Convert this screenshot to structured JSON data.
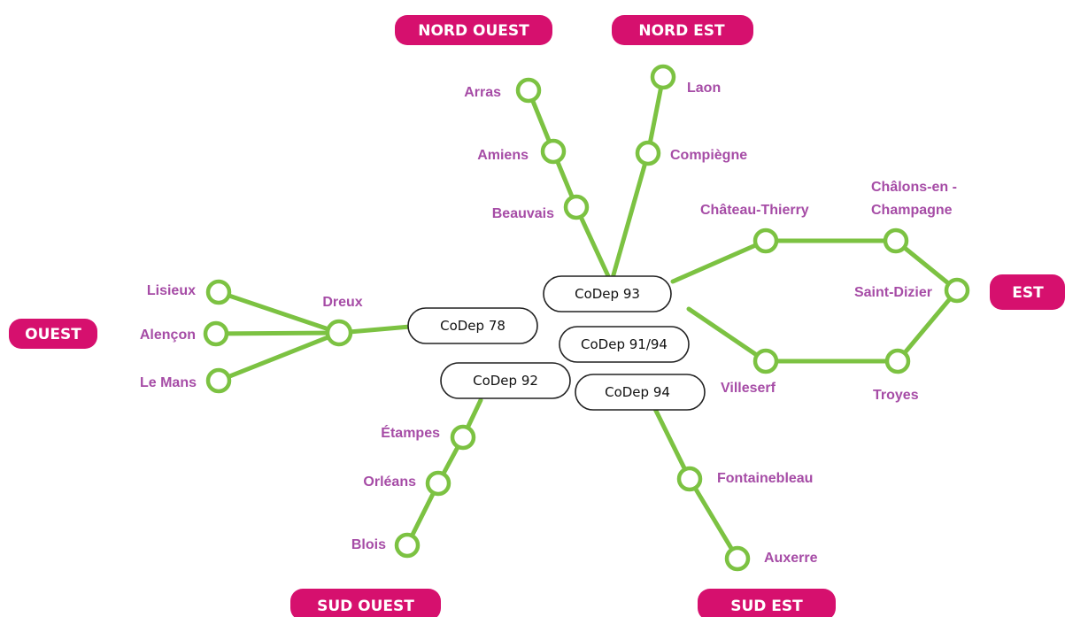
{
  "colors": {
    "line": "#7cc242",
    "station": "#ffffff",
    "city_text": "#a64ca6",
    "region_badge": "#d6106e",
    "region_text": "#ffffff"
  },
  "regions": {
    "nord_ouest": "NORD OUEST",
    "nord_est": "NORD EST",
    "est": "EST",
    "ouest": "OUEST",
    "sud_ouest": "SUD OUEST",
    "sud_est": "SUD EST"
  },
  "codep": {
    "c93": "CoDep 93",
    "c78": "CoDep 78",
    "c9194": "CoDep 91/94",
    "c92": "CoDep 92",
    "c94": "CoDep 94"
  },
  "cities": {
    "arras": "Arras",
    "amiens": "Amiens",
    "beauvais": "Beauvais",
    "laon": "Laon",
    "compiegne": "Compiègne",
    "chateau_thierry": "Château-Thierry",
    "chalons_1": "Châlons-en -",
    "chalons_2": "Champagne",
    "saint_dizier": "Saint-Dizier",
    "troyes": "Troyes",
    "villeserf": "Villeserf",
    "fontainebleau": "Fontainebleau",
    "auxerre": "Auxerre",
    "etampes": "Étampes",
    "orleans": "Orléans",
    "blois": "Blois",
    "dreux": "Dreux",
    "lisieux": "Lisieux",
    "alencon": "Alençon",
    "le_mans": "Le Mans"
  }
}
